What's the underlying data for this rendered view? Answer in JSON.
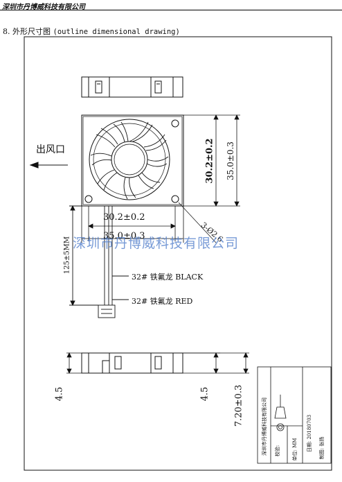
{
  "header": {
    "company": "深圳市丹博威科技有限公司"
  },
  "section": {
    "title": "8. 外形尺寸图",
    "subtitle": "(outline dimensional drawing)"
  },
  "drawing": {
    "airflow_label": "出风口",
    "dim_height_fan": "30.2±0.2",
    "dim_height_frame": "35.0±0.3",
    "dim_width_fan": "30.2±0.2",
    "dim_width_frame": "35.0±0.3",
    "dim_holes": "3-Ø2.6",
    "dim_cable_length": "125±5MM",
    "wire_black": "32# 铁氟龙 BLACK",
    "wire_red": "32# 铁氟龙 RED",
    "dim_side_left": "4.5",
    "dim_side_right": "4.5",
    "dim_thickness": "7.20±0.3"
  },
  "watermark": "深圳市丹博威科技有限公司",
  "title_block": {
    "company": "深圳市丹博威科技有限公司",
    "approve_label": "校验:",
    "unit_label": "单位:",
    "unit_value": "MM",
    "date_label": "日期:",
    "date_value": "20180703",
    "drawn_label": "制图:",
    "drawn_value": "张扬"
  }
}
